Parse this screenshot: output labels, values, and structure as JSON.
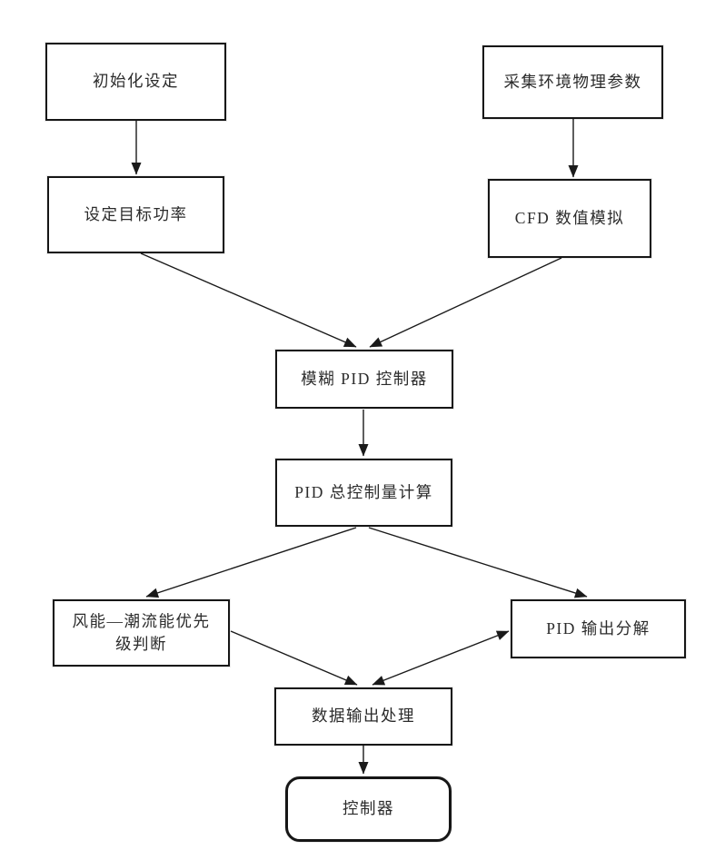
{
  "diagram": {
    "title_hint": "fuzzy PID wind-tidal energy control flowchart",
    "background_color": "#ffffff",
    "line_color": "#1a1a1a",
    "box_border_color": "#161616",
    "text_color": "#2b2b2b",
    "nodes": {
      "init": {
        "label": "初始化设定",
        "shape": "rect"
      },
      "collect": {
        "label": "采集环境物理参数",
        "shape": "rect"
      },
      "target_power": {
        "label": "设定目标功率",
        "shape": "rect"
      },
      "cfd": {
        "label": "CFD 数值模拟",
        "shape": "rect"
      },
      "fuzzy_pid": {
        "label": "模糊 PID 控制器",
        "shape": "rect"
      },
      "pid_total": {
        "label": "PID 总控制量计算",
        "shape": "rect"
      },
      "priority": {
        "label": "风能—潮流能优先级判断",
        "lines": [
          "风能—潮流能优先",
          "级判断"
        ],
        "shape": "rect"
      },
      "pid_decompose": {
        "label": "PID 输出分解",
        "shape": "rect"
      },
      "data_output": {
        "label": "数据输出处理",
        "shape": "rect"
      },
      "controller": {
        "label": "控制器",
        "shape": "rounded-rect"
      }
    },
    "edges": [
      {
        "from": "init",
        "to": "target_power",
        "style": "arrow"
      },
      {
        "from": "collect",
        "to": "cfd",
        "style": "arrow"
      },
      {
        "from": "target_power",
        "to": "fuzzy_pid",
        "style": "arrow"
      },
      {
        "from": "cfd",
        "to": "fuzzy_pid",
        "style": "arrow"
      },
      {
        "from": "fuzzy_pid",
        "to": "pid_total",
        "style": "arrow"
      },
      {
        "from": "pid_total",
        "to": "priority",
        "style": "arrow"
      },
      {
        "from": "pid_total",
        "to": "pid_decompose",
        "style": "arrow"
      },
      {
        "from": "priority",
        "to": "data_output",
        "style": "arrow"
      },
      {
        "from": "pid_decompose",
        "to": "data_output",
        "style": "double-arrow"
      },
      {
        "from": "data_output",
        "to": "controller",
        "style": "arrow"
      }
    ]
  }
}
